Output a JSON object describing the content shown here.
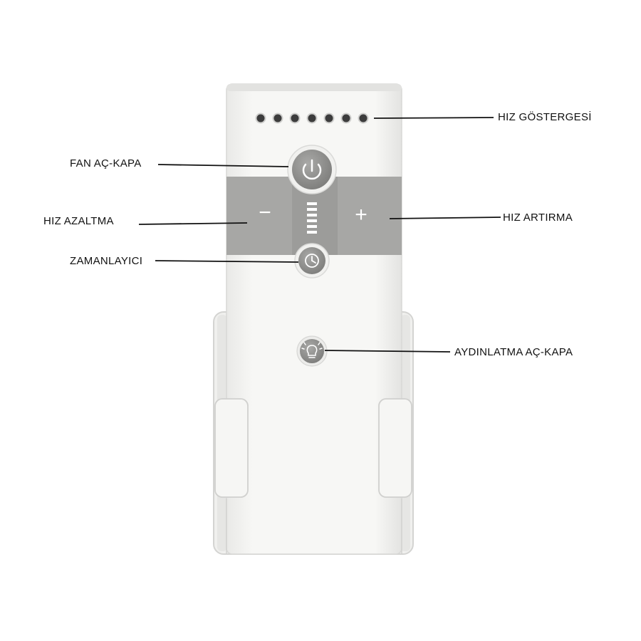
{
  "labels": {
    "speed_indicator": "HIZ GÖSTERGESİ",
    "fan_toggle": "FAN AÇ-KAPA",
    "speed_down": "HIZ AZALTMA",
    "speed_up": "HIZ ARTIRMA",
    "timer": "ZAMANLAYICI",
    "light_toggle": "AYDINLATMA AÇ-KAPA"
  },
  "buttons": {
    "minus_symbol": "−",
    "plus_symbol": "+"
  },
  "indicator": {
    "led_count": 7
  },
  "colors": {
    "body": "#f4f4f2",
    "panel": "#a5a5a3",
    "button": "#8e8e8c",
    "led": "#3c3c3c",
    "leader": "#111111"
  },
  "icons": {
    "power": "power-icon",
    "timer": "clock-icon",
    "light": "light-bulb-icon"
  }
}
